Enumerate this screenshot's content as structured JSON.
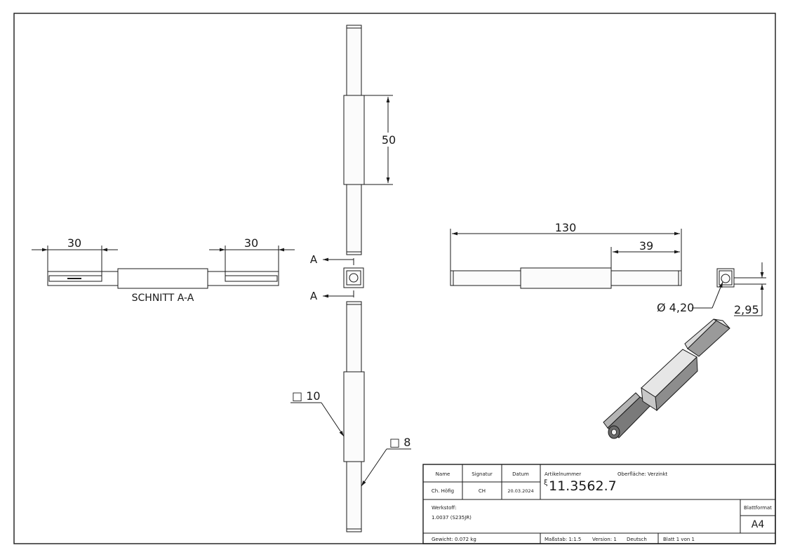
{
  "dimensions": {
    "d50": "50",
    "d30_left": "30",
    "d30_right": "30",
    "d130": "130",
    "d39": "39",
    "d_diameter": "Ø 4,20",
    "d295": "2,95",
    "sq10": "□ 10",
    "sq8": "□ 8"
  },
  "section": {
    "marker_top": "A",
    "marker_bottom": "A",
    "label": "SCHNITT A-A"
  },
  "title_block": {
    "headers": {
      "name": "Name",
      "signatur": "Signatur",
      "datum": "Datum"
    },
    "values": {
      "name": "Ch. Höfig",
      "signatur": "CH",
      "datum": "20.03.2024"
    },
    "article_label": "Artikelnummer",
    "article_prefix": "ξ",
    "article_number": "11.3562.7",
    "surface": "Oberfläche:  Verzinkt",
    "material_label": "Werkstoff:",
    "material_value": "1.0037 (S235JR)",
    "sheet_format_label": "Blattformat",
    "sheet_format_value": "A4",
    "weight": "Gewicht: 0.072 kg",
    "scale": "Maßstab: 1:1.5",
    "version": "Version: 1",
    "language": "Deutsch",
    "sheet": "Blatt 1 von 1"
  }
}
